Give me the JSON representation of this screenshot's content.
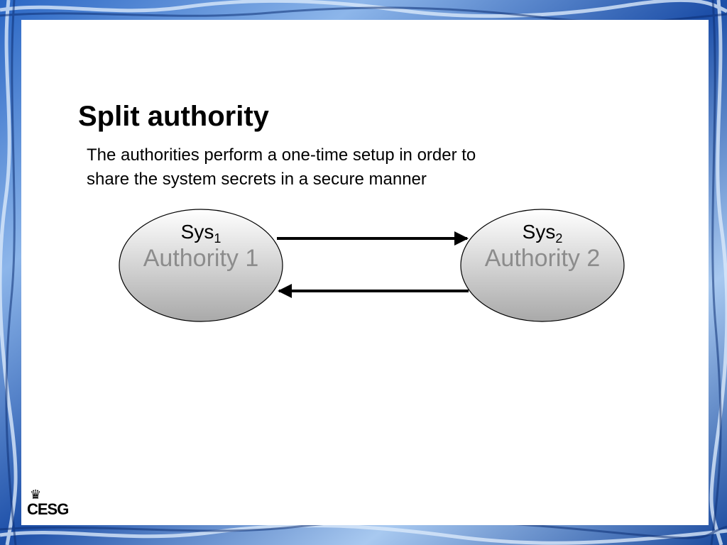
{
  "slide": {
    "title": "Split authority",
    "subtitle_lines": [
      "The authorities perform a one-time setup in order to",
      "share the system secrets in a secure manner"
    ]
  },
  "nodes": [
    {
      "sys": "Sys",
      "sub": "1",
      "name": "Authority 1"
    },
    {
      "sys": "Sys",
      "sub": "2",
      "name": "Authority 2"
    }
  ],
  "edges": [
    {
      "from": 0,
      "to": 1,
      "direction": "right"
    },
    {
      "from": 1,
      "to": 0,
      "direction": "left"
    }
  ],
  "logo": {
    "text": "CESG",
    "icon": "crown-icon"
  },
  "colors": {
    "frame_blue": "#1f59b3",
    "frame_light": "#9fc3ee",
    "authority_text": "#8c8c8c",
    "ellipse_top": "#ffffff",
    "ellipse_bottom": "#a9a9a9"
  }
}
